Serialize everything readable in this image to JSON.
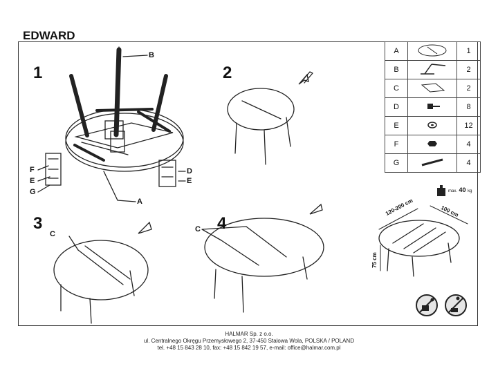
{
  "document": {
    "title": "EDWARD",
    "steps": [
      "1",
      "2",
      "3",
      "4"
    ],
    "callouts": {
      "b": "B",
      "a": "A",
      "f": "F",
      "e_left": "E",
      "g": "G",
      "d": "D",
      "e_right": "E",
      "c_step3": "C",
      "c_step4": "C"
    },
    "parts": [
      {
        "letter": "A",
        "qty": "1",
        "icon": "table-top-icon"
      },
      {
        "letter": "B",
        "qty": "2",
        "icon": "leg-bracket-icon"
      },
      {
        "letter": "C",
        "qty": "2",
        "icon": "extension-leaf-icon"
      },
      {
        "letter": "D",
        "qty": "8",
        "icon": "bolt-icon"
      },
      {
        "letter": "E",
        "qty": "12",
        "icon": "washer-icon"
      },
      {
        "letter": "F",
        "qty": "4",
        "icon": "nut-icon"
      },
      {
        "letter": "G",
        "qty": "4",
        "icon": "allen-key-icon"
      }
    ],
    "max_load": {
      "prefix": "max.",
      "value": "40",
      "unit": "kg"
    },
    "dimensions": {
      "length": "120-200 cm",
      "width": "100 cm",
      "height": "75 cm"
    },
    "footer": [
      "HALMAR Sp. z o.o.",
      "ul. Centralnego Okręgu Przemysłowego 2, 37-450 Stalowa Wola, POLSKA / POLAND",
      "tel. +48 15 843 28 10, fax: +48 15 842 19 57, e-mail: office@halmar.com.pl"
    ]
  }
}
